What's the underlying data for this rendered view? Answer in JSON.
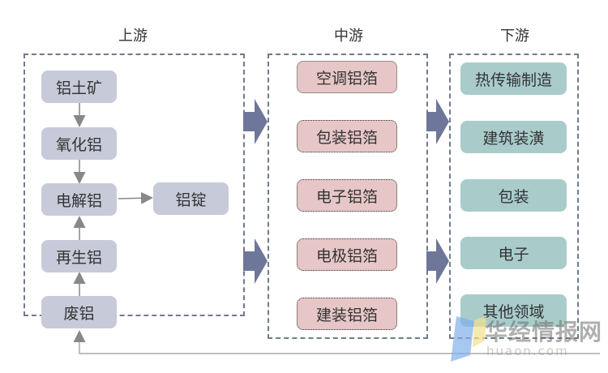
{
  "columns": {
    "upstream": {
      "title": "上游",
      "chain": [
        "铝土矿",
        "氧化铝",
        "电解铝",
        "再生铝",
        "废铝"
      ],
      "side_product": "铝锭"
    },
    "midstream": {
      "title": "中游",
      "items": [
        "空调铝箔",
        "包装铝箔",
        "电子铝箔",
        "电极铝箔",
        "建装铝箔"
      ]
    },
    "downstream": {
      "title": "下游",
      "items": [
        "热传输制造",
        "建筑装潢",
        "包装",
        "电子",
        "其他领域"
      ]
    }
  },
  "colors": {
    "upstream_fill": "#c7cad8",
    "midstream_fill": "#e6c6c6",
    "downstream_fill": "#a9cccb",
    "panel_border": "#737a8c",
    "flow_arrow": "#6e7799",
    "connector": "#888888"
  },
  "watermark": {
    "text": "华经情报网",
    "subtext": "huaon.com"
  }
}
